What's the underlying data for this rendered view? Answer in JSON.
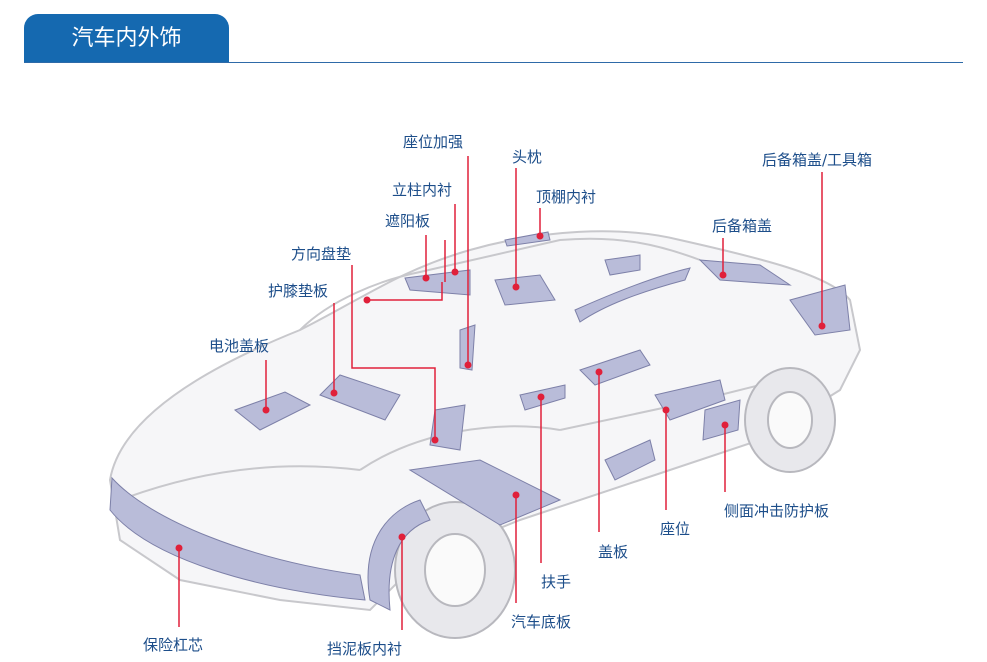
{
  "header": {
    "title": "汽车内外饰"
  },
  "colors": {
    "accent": "#1569b0",
    "leader": "#e0203a",
    "part": "#b9bcd9",
    "label": "#1d4e8a"
  },
  "labels": {
    "seat_reinforcement": "座位加强",
    "headrest": "头枕",
    "trunk_lid_toolbox": "后备箱盖/工具箱",
    "pillar_trim": "立柱内衬",
    "headliner": "顶棚内衬",
    "sun_visor": "遮阳板",
    "trunk_lid": "后备箱盖",
    "steering_wheel_pad": "方向盘垫",
    "knee_bolster": "护膝垫板",
    "battery_cover": "电池盖板",
    "side_impact_protection": "侧面冲击防护板",
    "seat": "座位",
    "cover_panel": "盖板",
    "armrest": "扶手",
    "floor_panel": "汽车底板",
    "bumper_core": "保险杠芯",
    "fender_liner": "挡泥板内衬"
  }
}
